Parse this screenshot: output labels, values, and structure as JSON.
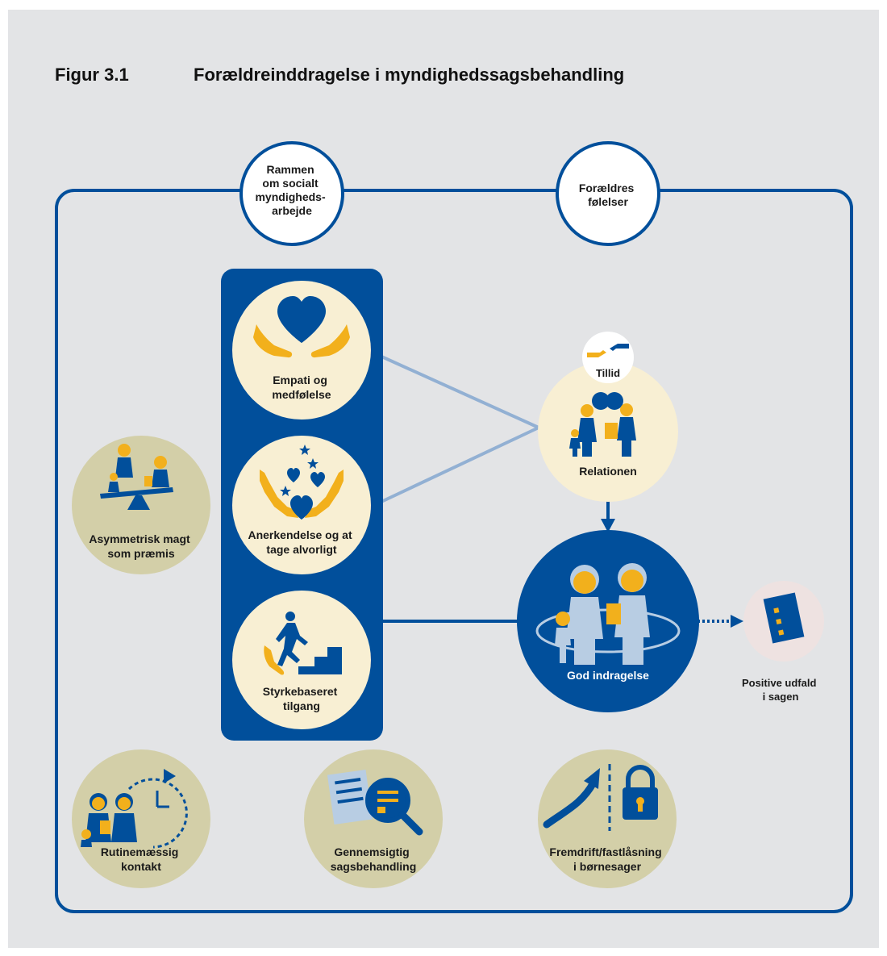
{
  "figure": {
    "number": "Figur 3.1",
    "title": "Forældreinddragelse i myndighedssagsbehandling"
  },
  "top_circles": {
    "framework": [
      "Rammen",
      "om socialt",
      "myndigheds-",
      "arbejde"
    ],
    "emotions": [
      "Forældres",
      "følelser"
    ]
  },
  "pillar": {
    "empathy": [
      "Empati og",
      "medfølelse"
    ],
    "recognition": [
      "Anerkendelse og at",
      "tage alvorligt"
    ],
    "strength": [
      "Styrkebaseret",
      "tilgang"
    ]
  },
  "relation": {
    "trust": "Tillid",
    "label": "Relationen"
  },
  "outcome": {
    "good": "God indragelse",
    "positive": [
      "Positive udfald",
      "i sagen"
    ]
  },
  "factors": {
    "asymmetric": [
      "Asymmetrisk magt",
      "som præmis"
    ],
    "routine": [
      "Rutinemæssig",
      "kontakt"
    ],
    "transparent": [
      "Gennemsigtig",
      "sagsbehandling"
    ],
    "progress": [
      "Fremdrift/fastlåsning",
      "i børnesager"
    ]
  },
  "colors": {
    "background": "#e3e4e6",
    "navy": "#014f9b",
    "gold": "#f2b01c",
    "cream": "#f8efd3",
    "olive": "#d3cfa8",
    "pale_blue": "#b8cde3",
    "connector": "#92b0d3",
    "pink": "#eee2e1"
  }
}
